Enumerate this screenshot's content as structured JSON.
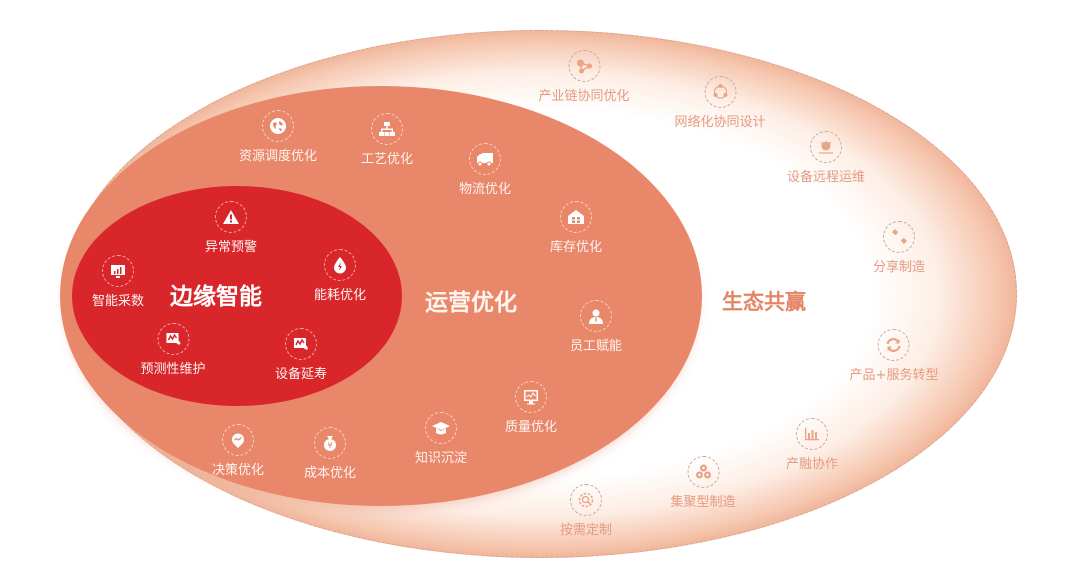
{
  "colors": {
    "inner_fill": "#d8262b",
    "middle_fill": "#e8876a",
    "outer_edge": "#f0b79c",
    "outer_text": "#e59a80",
    "outer_title": "#e58566"
  },
  "layers": {
    "inner": {
      "title": "边缘智能",
      "items": [
        {
          "label": "异常预警",
          "icon": "warning-icon"
        },
        {
          "label": "智能采数",
          "icon": "monitor-chart-icon"
        },
        {
          "label": "能耗优化",
          "icon": "energy-drop-icon"
        },
        {
          "label": "预测性维护",
          "icon": "maintenance-icon"
        },
        {
          "label": "设备延寿",
          "icon": "device-life-icon"
        }
      ]
    },
    "middle": {
      "title": "运营优化",
      "items": [
        {
          "label": "资源调度优化",
          "icon": "globe-icon"
        },
        {
          "label": "工艺优化",
          "icon": "org-chart-icon"
        },
        {
          "label": "物流优化",
          "icon": "truck-icon"
        },
        {
          "label": "库存优化",
          "icon": "warehouse-icon"
        },
        {
          "label": "员工赋能",
          "icon": "employee-icon"
        },
        {
          "label": "质量优化",
          "icon": "monitor-line-icon"
        },
        {
          "label": "知识沉淀",
          "icon": "graduation-cap-icon"
        },
        {
          "label": "成本优化",
          "icon": "money-bag-icon"
        },
        {
          "label": "决策优化",
          "icon": "decision-pin-icon"
        }
      ]
    },
    "outer": {
      "title": "生态共赢",
      "items": [
        {
          "label": "产业链协同优化",
          "icon": "share-nodes-icon"
        },
        {
          "label": "网络化协同设计",
          "icon": "cycle-network-icon"
        },
        {
          "label": "设备远程运维",
          "icon": "remote-device-icon"
        },
        {
          "label": "分享制造",
          "icon": "wrench-icon"
        },
        {
          "label": "产品+服务转型",
          "icon": "refresh-icon"
        },
        {
          "label": "产融协作",
          "icon": "bar-chart-icon"
        },
        {
          "label": "集聚型制造",
          "icon": "gears-cluster-icon"
        },
        {
          "label": "按需定制",
          "icon": "gear-search-icon"
        }
      ]
    }
  }
}
